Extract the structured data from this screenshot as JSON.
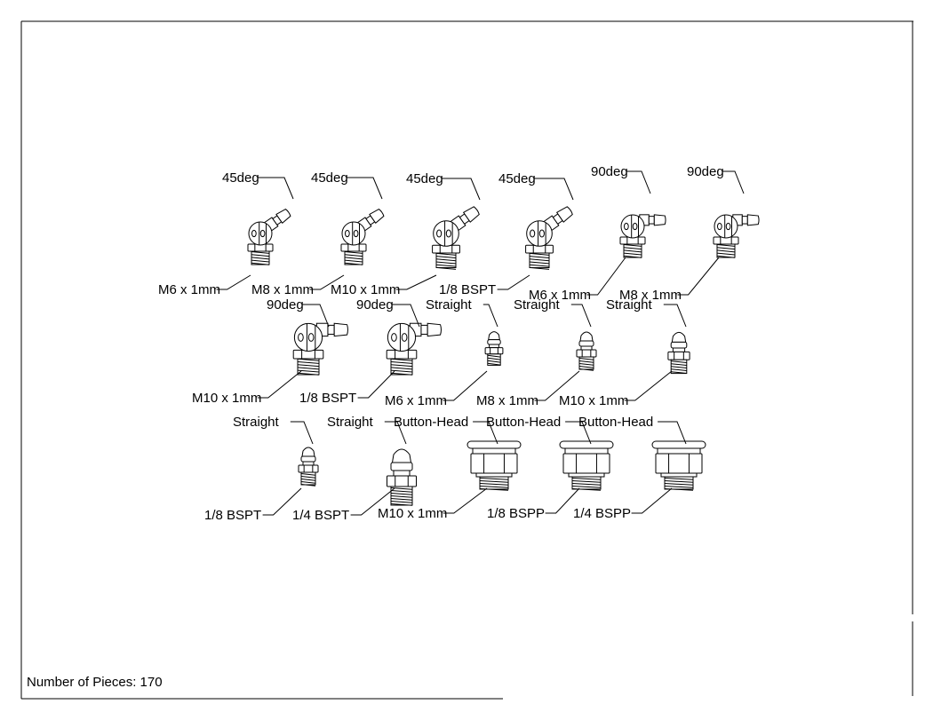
{
  "sheet": {
    "pieces_text": "Number of Pieces: 170"
  },
  "fittings": [
    {
      "type": "45deg",
      "size": "M6 x 1mm"
    },
    {
      "type": "45deg",
      "size": "M8 x 1mm"
    },
    {
      "type": "45deg",
      "size": "M10 x 1mm"
    },
    {
      "type": "45deg",
      "size": "1/8 BSPT"
    },
    {
      "type": "90deg",
      "size": "M6 x 1mm"
    },
    {
      "type": "90deg",
      "size": "M8 x 1mm"
    },
    {
      "type": "90deg",
      "size": "M10 x 1mm"
    },
    {
      "type": "90deg",
      "size": "1/8 BSPT"
    },
    {
      "type": "Straight",
      "size": "M6 x 1mm"
    },
    {
      "type": "Straight",
      "size": "M8 x 1mm"
    },
    {
      "type": "Straight",
      "size": "M10 x 1mm"
    },
    {
      "type": "Straight",
      "size": "1/8 BSPT"
    },
    {
      "type": "Straight",
      "size": "1/4 BSPT"
    },
    {
      "type": "Button-Head",
      "size": "M10 x 1mm"
    },
    {
      "type": "Button-Head",
      "size": "1/8 BSPP"
    },
    {
      "type": "Button-Head",
      "size": "1/4 BSPP"
    }
  ]
}
